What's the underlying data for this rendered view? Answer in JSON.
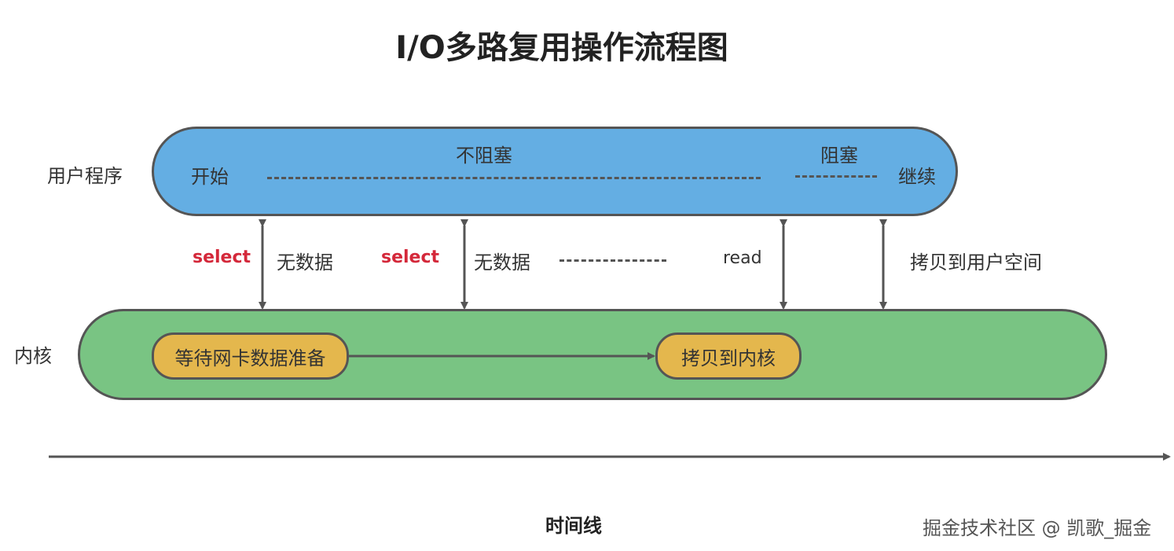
{
  "title": "I/O多路复用操作流程图",
  "rows": {
    "user": "用户程序",
    "kernel": "内核"
  },
  "user_pill": {
    "start": "开始",
    "nonblocking": "不阻塞",
    "blocking": "阻塞",
    "continue": "继续"
  },
  "kernel_pill": {
    "wait_step": "等待网卡数据准备",
    "copy_step": "拷贝到内核"
  },
  "calls": {
    "select1": "select",
    "nodata1": "无数据",
    "select2": "select",
    "nodata2": "无数据",
    "read": "read",
    "copy_user": "拷贝到用户空间"
  },
  "timeline": "时间线",
  "watermark": "掘金技术社区 @ 凯歌_掘金",
  "colors": {
    "user_pill": "#64aee3",
    "kernel_pill": "#79c483",
    "step_box": "#e4b74d",
    "select_text": "#d4283a",
    "stroke": "#555555"
  }
}
